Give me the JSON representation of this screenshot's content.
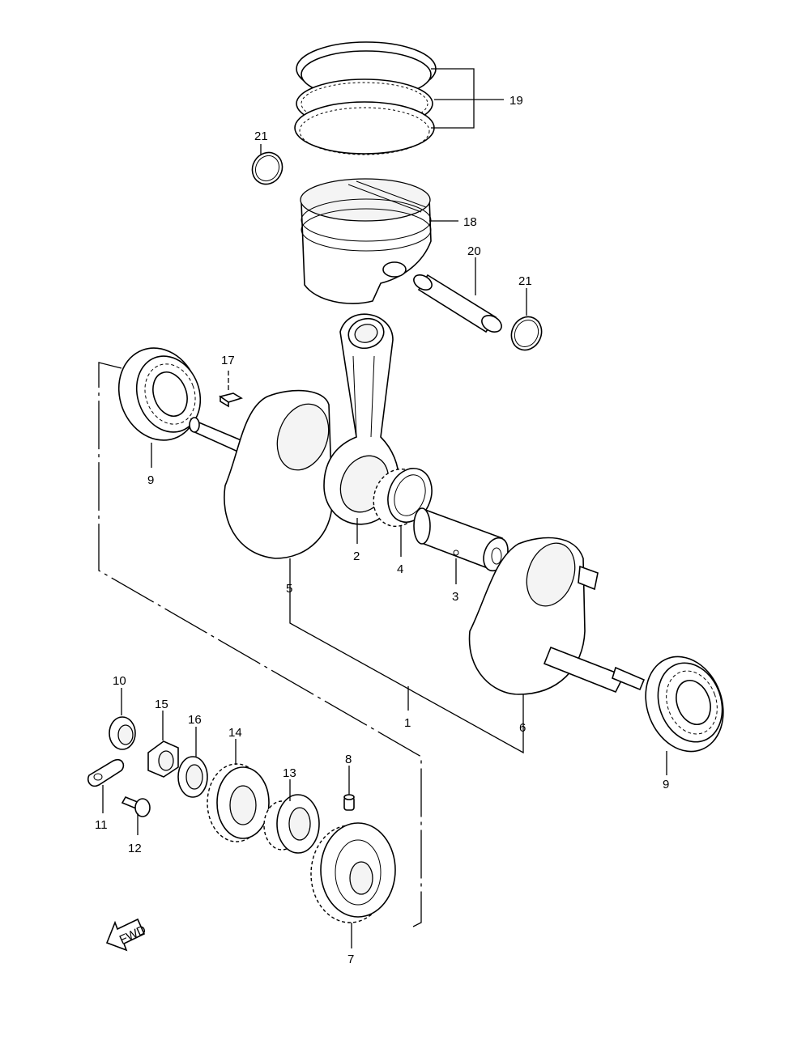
{
  "callouts": {
    "c1": "1",
    "c2": "2",
    "c3": "3",
    "c4": "4",
    "c5": "5",
    "c6": "6",
    "c7": "7",
    "c8": "8",
    "c9a": "9",
    "c9b": "9",
    "c10": "10",
    "c11": "11",
    "c12": "12",
    "c13": "13",
    "c14": "14",
    "c15": "15",
    "c16": "16",
    "c17": "17",
    "c18": "18",
    "c19": "19",
    "c20": "20",
    "c21a": "21",
    "c21b": "21"
  },
  "fwd_label": "FWD"
}
